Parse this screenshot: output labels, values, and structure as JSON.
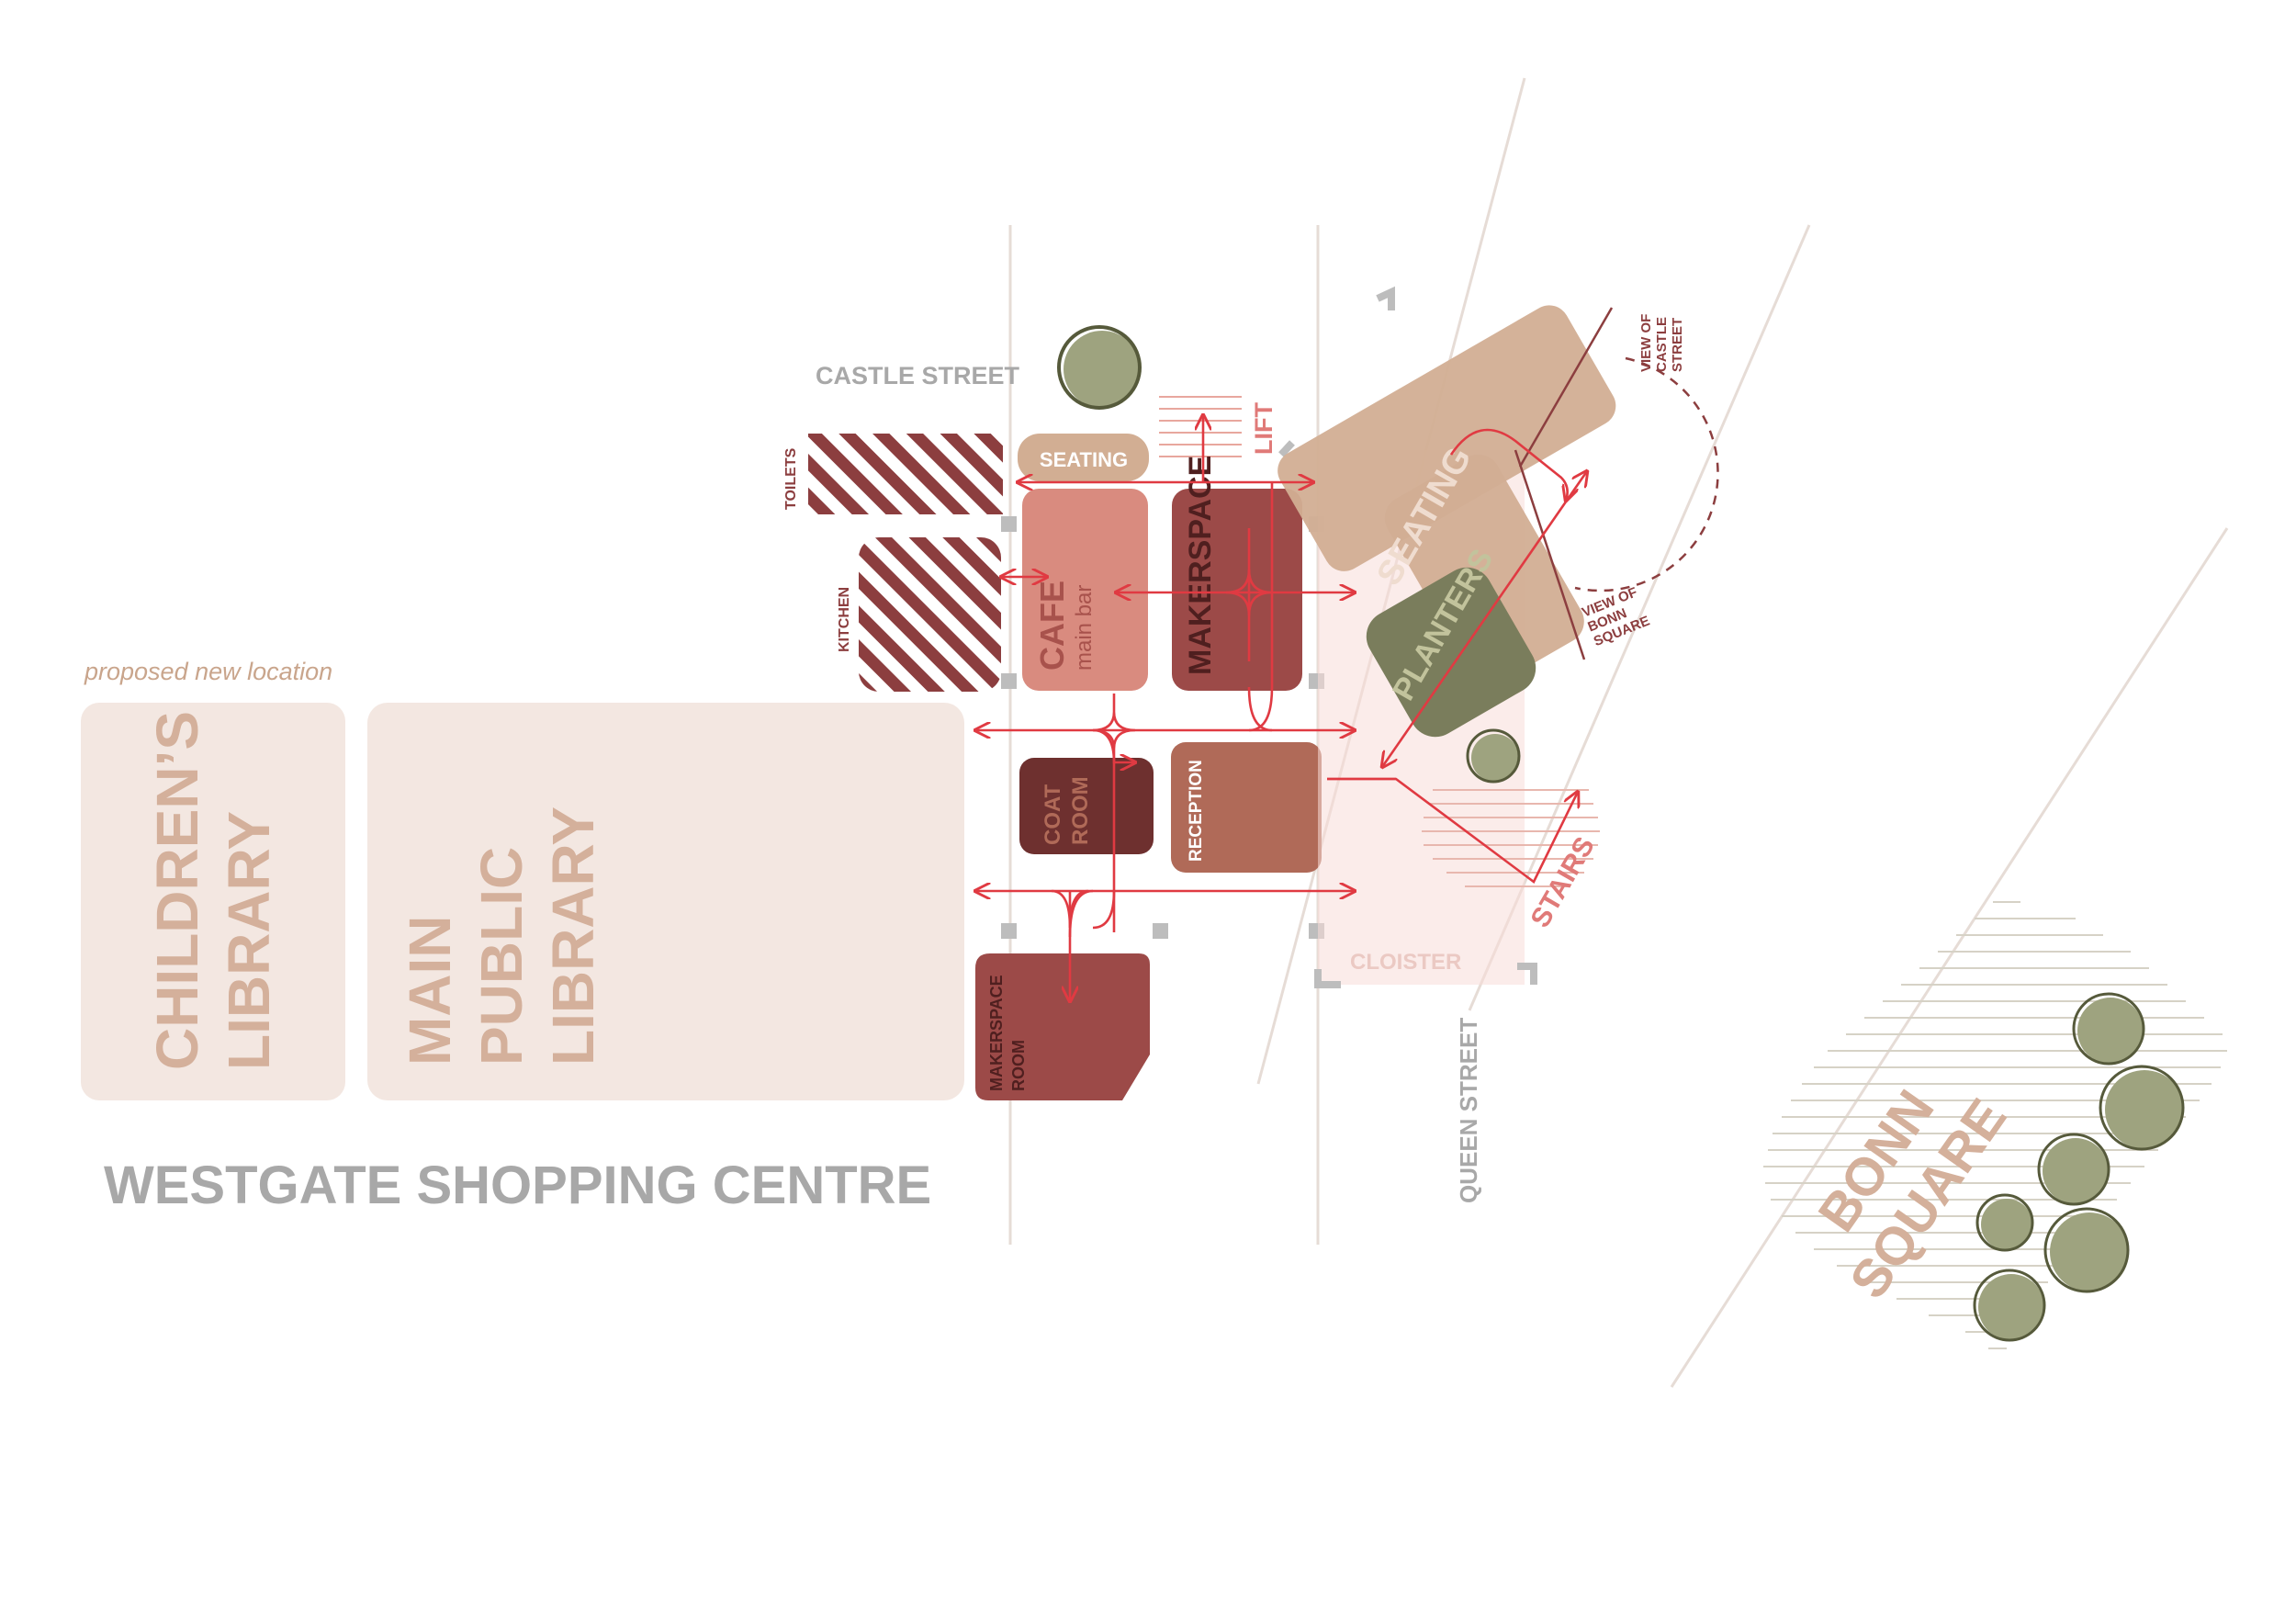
{
  "caption": "proposed new location",
  "colors": {
    "library_fill": "#f3e7e1",
    "library_text": "#d4b09b",
    "cafe": "#d98b7f",
    "makerspace": "#9c4a48",
    "coat_room": "#6e302f",
    "reception": "#b06a58",
    "seating": "#d2ae93",
    "planters": "#7a7d5c",
    "tree": "#9ea37f",
    "tree_outline": "#565a3b",
    "circulation": "#e03a42",
    "street_text": "#a8a8a8",
    "hatch": "#8c3e3f"
  },
  "labels": {
    "childrens_library": [
      "CHILDREN’S",
      "LIBRARY"
    ],
    "main_library": [
      "MAIN",
      "PUBLIC",
      "LIBRARY"
    ],
    "westgate": "WESTGATE SHOPPING CENTRE",
    "castle_street": "CASTLE STREET",
    "queen_street": "QUEEN STREET",
    "bonn_square": [
      "BONN",
      "SQUARE"
    ],
    "toilets": "TOILETS",
    "kitchen": "KITCHEN",
    "seating_small": "SEATING",
    "cafe": "CAFE",
    "cafe_sub": "main bar",
    "makerspace": "MAKERSPACE",
    "coat_room": [
      "COAT",
      "ROOM"
    ],
    "reception": "RECEPTION",
    "makerspace_room": [
      "MAKERSPACE",
      "ROOM"
    ],
    "lift": "LIFT",
    "seating_large": "SEATING",
    "planters": "PLANTERS",
    "stairs": "STAIRS",
    "cloister": "CLOISTER",
    "view_castle": [
      "VIEW OF",
      "CASTLE",
      "STREET"
    ],
    "view_bonn": [
      "VIEW OF",
      "BONN",
      "SQUARE"
    ]
  }
}
